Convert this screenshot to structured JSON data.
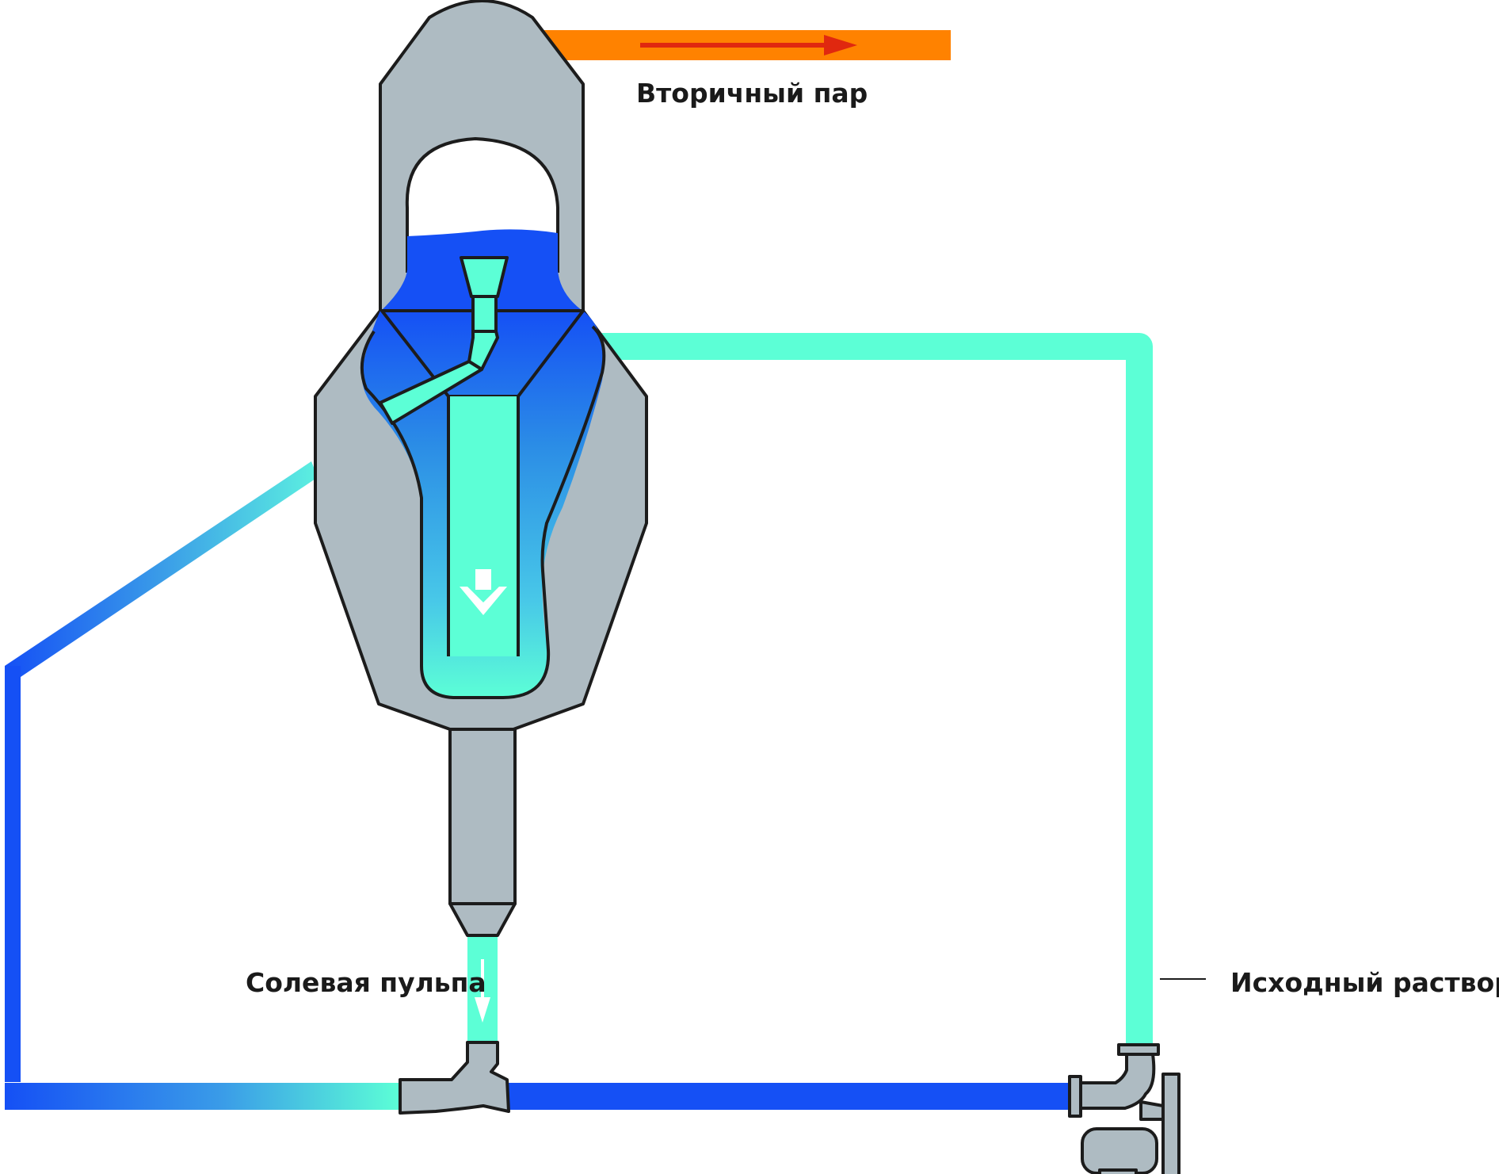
{
  "labels": {
    "secondary_steam": "Вторичный пар",
    "salt_pulp": "Солевая пульпа",
    "source_solution": "Исходный раствор"
  },
  "colors": {
    "steam": "#ff8200",
    "steam_arrow": "#e0280f",
    "mint": "#5cffd6",
    "blue": "#1550f5",
    "vessel_gray": "#aebbc2",
    "outline": "#1c1c1c"
  }
}
